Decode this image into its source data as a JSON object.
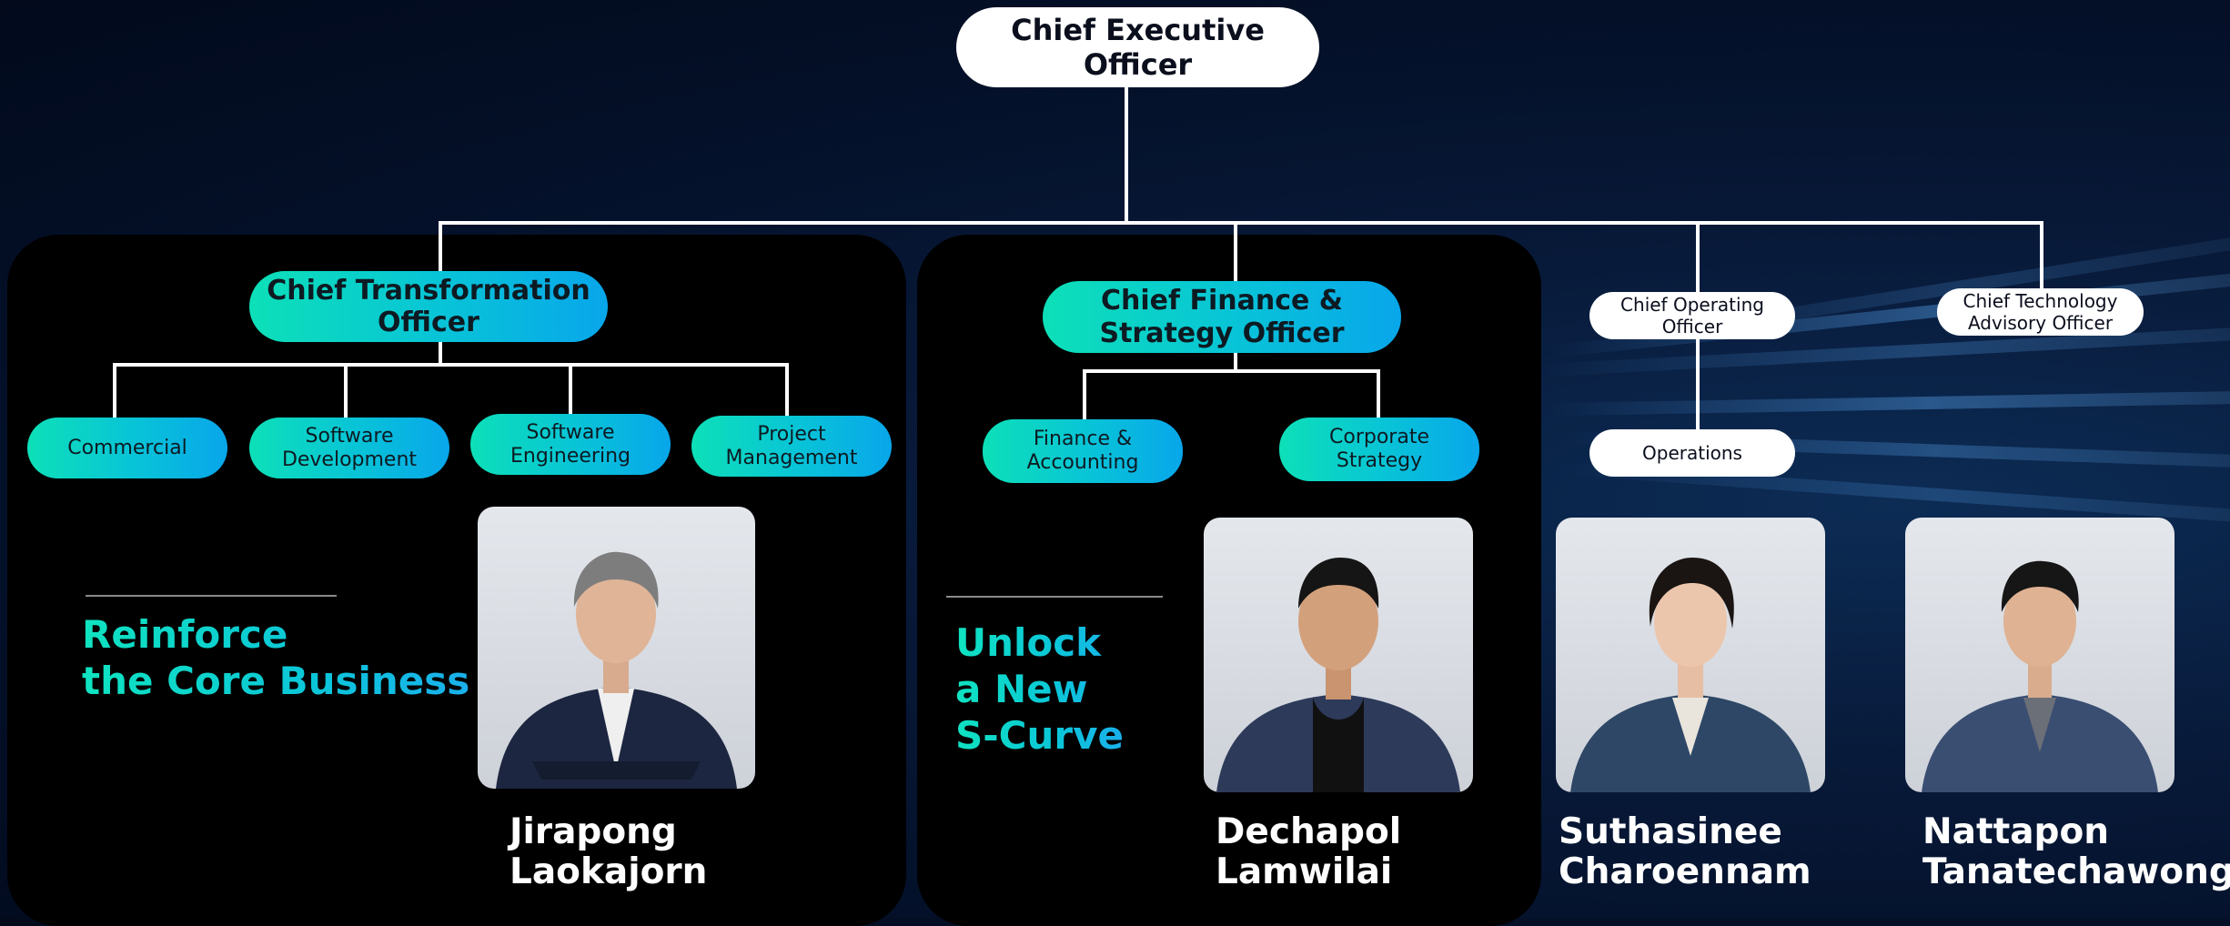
{
  "ceo": "Chief Executive Officer",
  "cto_group": {
    "title": "Chief Transformation\nOfficer",
    "units": [
      "Commercial",
      "Software\nDevelopment",
      "Software\nEngineering",
      "Project\nManagement"
    ],
    "tagline": "Reinforce\nthe Core Business",
    "name": "Jirapong\nLaokajorn"
  },
  "cfso_group": {
    "title": "Chief Finance &\nStrategy Officer",
    "units": [
      "Finance &\nAccounting",
      "Corporate\nStrategy"
    ],
    "tagline": "Unlock\na New\nS-Curve",
    "name": "Dechapol\nLamwilai"
  },
  "coo": {
    "title": "Chief Operating\nOfficer",
    "unit": "Operations",
    "name": "Suthasinee\nCharoennam"
  },
  "ctao": {
    "title": "Chief Technology\nAdvisory Officer",
    "name": "Nattapon\nTanatechawong"
  },
  "colors": {
    "accent_start": "#0de0b8",
    "accent_end": "#08a6ea",
    "background": "#04112a",
    "panel": "#000000"
  }
}
